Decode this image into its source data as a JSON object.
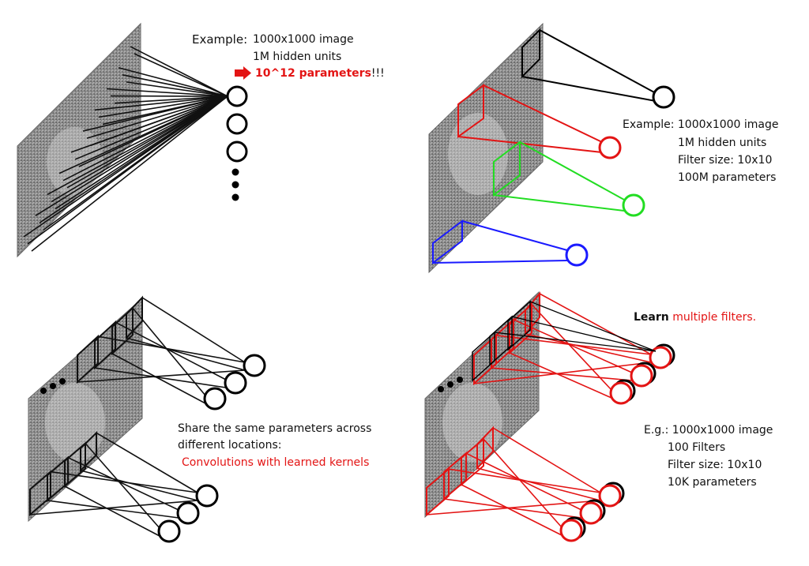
{
  "panel_fully_connected": {
    "example_label": "Example:",
    "line1": "1000x1000 image",
    "line2": "1M hidden units",
    "line3": "10^12 parameters",
    "line3_suffix": "!!!",
    "arrow_color": "#e31414"
  },
  "panel_locally_connected": {
    "line1": "Example: 1000x1000 image",
    "line2": "1M hidden units",
    "line3": "Filter size: 10x10",
    "line4": "100M parameters",
    "filter_colors": [
      "#e31414",
      "#22dd22",
      "#1a1aff"
    ]
  },
  "panel_shared": {
    "line1": "Share the same parameters across",
    "line2": "different locations:",
    "line3": "Convolutions with learned kernels"
  },
  "panel_multiple": {
    "heading_bold": "Learn",
    "heading_red": "multiple filters.",
    "line1": "E.g.: 1000x1000 image",
    "line2": "100 Filters",
    "line3": "Filter size: 10x10",
    "line4": "10K parameters"
  }
}
